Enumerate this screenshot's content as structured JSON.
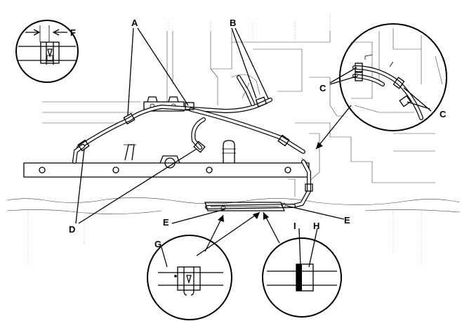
{
  "callouts": {
    "a": "A",
    "b": "B",
    "c_left": "C",
    "c_right": "C",
    "d": "D",
    "e_left": "E",
    "e_right": "E",
    "f": "F",
    "g": "G",
    "h": "H",
    "i": "I"
  }
}
